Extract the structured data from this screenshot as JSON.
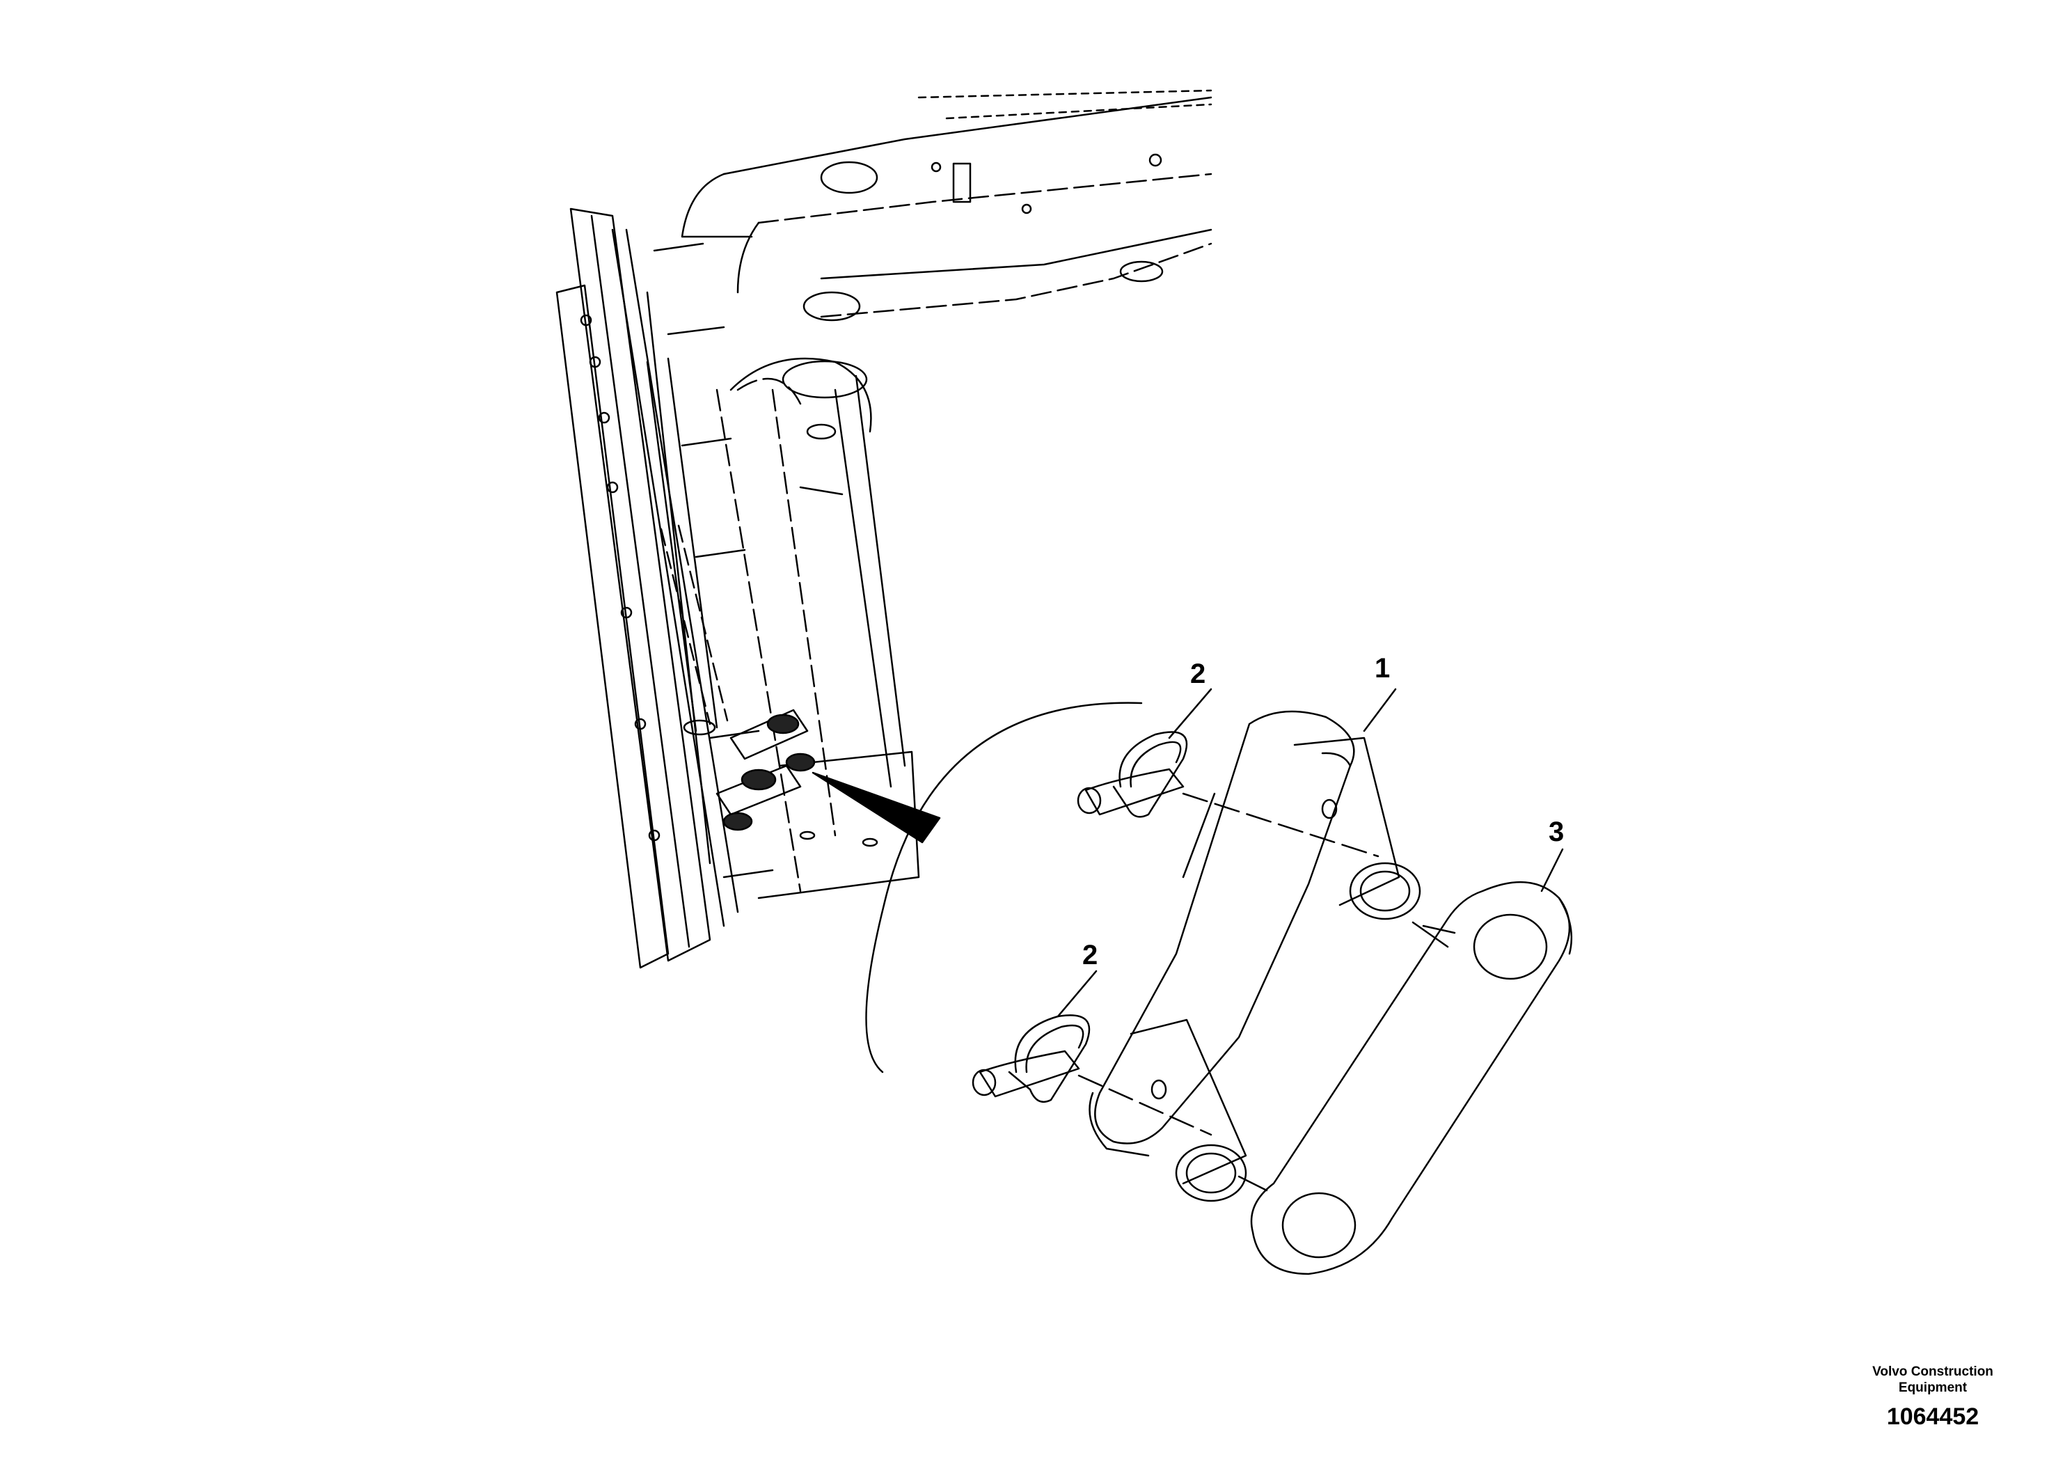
{
  "drawing": {
    "callouts": [
      {
        "label": "1"
      },
      {
        "label": "2"
      },
      {
        "label": "2"
      },
      {
        "label": "3"
      }
    ],
    "title_block": {
      "company_line1": "Volvo Construction",
      "company_line2": "Equipment",
      "drawing_number": "1064452"
    },
    "colors": {
      "line": "#000000",
      "background": "#ffffff",
      "hidden_line": "#555555"
    }
  }
}
